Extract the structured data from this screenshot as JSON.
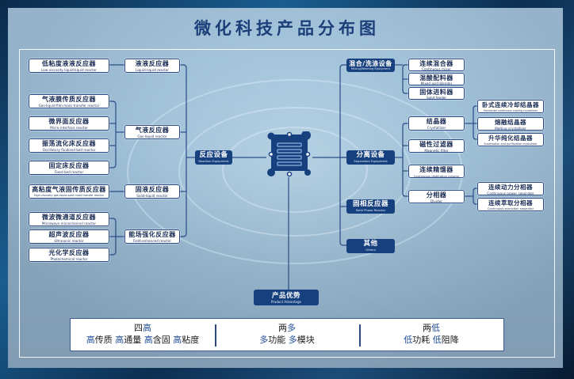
{
  "title": "微化科技产品分布图",
  "colors": {
    "box_dark": "#17407e",
    "box_border": "#2a4c86",
    "title": "#1c3f7a",
    "accent_text": "#1f4b97"
  },
  "hub": {
    "icon": "document-list-icon"
  },
  "categories": {
    "reaction": {
      "cn": "反应设备",
      "en": "Reaction Equipment"
    },
    "mixing": {
      "cn": "混合/洗涤设备",
      "en": "Mixing/Washing Equipment"
    },
    "separation": {
      "cn": "分离设备",
      "en": "Separation Equipment"
    },
    "solid_phase": {
      "cn": "固相反应器",
      "en": "Solid Phase Reactor"
    },
    "others": {
      "cn": "其他",
      "en": "Others"
    },
    "advantage": {
      "cn": "产品优势",
      "en": "Product Advantage"
    }
  },
  "reaction_groups": [
    {
      "cn": "液液反应器",
      "en": "Liquid-liquid reactor",
      "items": [
        {
          "cn": "低粘度液液反应器",
          "en": "Low-viscosity liquid-liquid reactor"
        }
      ]
    },
    {
      "cn": "气液反应器",
      "en": "Gas-liquid reactor",
      "items": [
        {
          "cn": "气液膜传质反应器",
          "en": "Gas-liquid film mass transfer reactor"
        },
        {
          "cn": "微界面反应器",
          "en": "Micro-interface reactor"
        },
        {
          "cn": "振荡流化床反应器",
          "en": "Oscillatory fluidized bed reactor"
        },
        {
          "cn": "固定床反应器",
          "en": "Fixed bed reactor"
        }
      ]
    },
    {
      "cn": "固液反应器",
      "en": "Solid-liquid reactor",
      "items": [
        {
          "cn": "高粘度气液固传质反应器",
          "en": "High-viscosity gas-liquid-solid mass transfer reactor"
        }
      ]
    },
    {
      "cn": "能场强化反应器",
      "en": "Field-enhanced reactor",
      "items": [
        {
          "cn": "微波微通道反应器",
          "en": "Microwave microchannel reactor"
        },
        {
          "cn": "超声波反应器",
          "en": "Ultrasonic reactor"
        },
        {
          "cn": "光化学反应器",
          "en": "Photochemical reactor"
        }
      ]
    }
  ],
  "mixing_items": [
    {
      "cn": "连续混合器",
      "en": "Continuous mixer"
    },
    {
      "cn": "混酸配料器",
      "en": "Mixed acid blender"
    },
    {
      "cn": "固体进料器",
      "en": "Solid feeder"
    }
  ],
  "separation_items": [
    {
      "cn": "结晶器",
      "en": "Crystallizer",
      "items": [
        {
          "cn": "卧式连续冷却结晶器",
          "en": "Horizontal continuous cooling crystallizer"
        },
        {
          "cn": "熔融结晶器",
          "en": "Melting crystallizer"
        },
        {
          "cn": "升华纯化结晶器",
          "en": "Sublimation and purification crystallizer"
        }
      ]
    },
    {
      "cn": "磁性过滤器",
      "en": "Magnetic filter"
    },
    {
      "cn": "连续精馏器",
      "en": "Continuous distillation column"
    },
    {
      "cn": "分相器",
      "en": "Divider",
      "items": [
        {
          "cn": "连续动力分相器",
          "en": "Continuous power separator"
        },
        {
          "cn": "连续萃取分相器",
          "en": "Continuous extraction separator"
        }
      ]
    }
  ],
  "advantages": [
    {
      "heading_a": "四",
      "heading_b": "高",
      "terms": [
        {
          "a": "高",
          "b": "传质"
        },
        {
          "a": "高",
          "b": "通量"
        },
        {
          "a": "高",
          "b": "含固"
        },
        {
          "a": "高",
          "b": "粘度"
        }
      ]
    },
    {
      "heading_a": "两",
      "heading_b": "多",
      "terms": [
        {
          "a": "多",
          "b": "功能"
        },
        {
          "a": "多",
          "b": "模块"
        }
      ]
    },
    {
      "heading_a": "两",
      "heading_b": "低",
      "terms": [
        {
          "a": "低",
          "b": "功耗"
        },
        {
          "a": "低",
          "b": "阻降"
        }
      ]
    }
  ]
}
